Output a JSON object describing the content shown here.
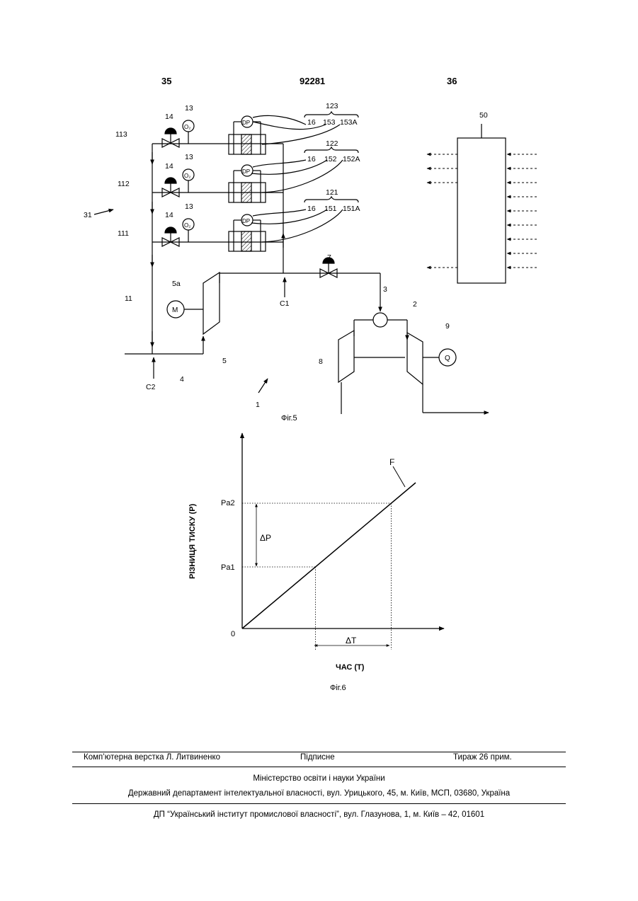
{
  "header": {
    "left_page": "35",
    "patent_number": "92281",
    "right_page": "36"
  },
  "fig5": {
    "caption": "Фіг.5",
    "labels": {
      "system_1": "1",
      "compressor_2": "2",
      "combustor_3": "3",
      "line_4": "4",
      "compressor_5": "5",
      "motor_5a": "5a",
      "valve_7": "7",
      "turbine_8": "8",
      "load_9": "9",
      "line_11": "11",
      "line_111": "111",
      "line_112": "112",
      "line_113": "113",
      "label_13": "13",
      "label_14": "14",
      "label_16": "16",
      "stack_121": "121",
      "stack_122": "122",
      "stack_123": "123",
      "label_151": "151",
      "label_151A": "151A",
      "label_152": "152",
      "label_152A": "152A",
      "label_153": "153",
      "label_153A": "153A",
      "system_31": "31",
      "block_50": "50",
      "point_c1": "C1",
      "point_c2": "C2",
      "dp": "DP",
      "o2": "O₂",
      "motor": "M",
      "load": "Q"
    }
  },
  "fig6": {
    "caption": "Фіг.6",
    "curve_label": "F",
    "origin_label": "0",
    "chart_data": {
      "type": "line",
      "xlabel": "ЧАС (T)",
      "ylabel": "РІЗНИЦЯ ТИСКУ (P)",
      "y_ticks": [
        "Pa1",
        "Pa2"
      ],
      "annotations": [
        "ΔP",
        "ΔT"
      ],
      "series": [
        {
          "name": "F",
          "x": [
            0,
            1
          ],
          "y": [
            0,
            1
          ]
        }
      ]
    }
  },
  "footer": {
    "layout_credit": "Комп’ютерна верстка Л. Литвиненко",
    "subscription": "Підписне",
    "circulation": "Тираж 26 прим.",
    "ministry": "Міністерство освіти і науки України",
    "department": "Державний департамент інтелектуальної власності, вул. Урицького, 45, м. Київ, МСП, 03680, Україна",
    "institute": "ДП “Український інститут промислової власності”, вул. Глазунова, 1, м. Київ – 42, 01601"
  }
}
